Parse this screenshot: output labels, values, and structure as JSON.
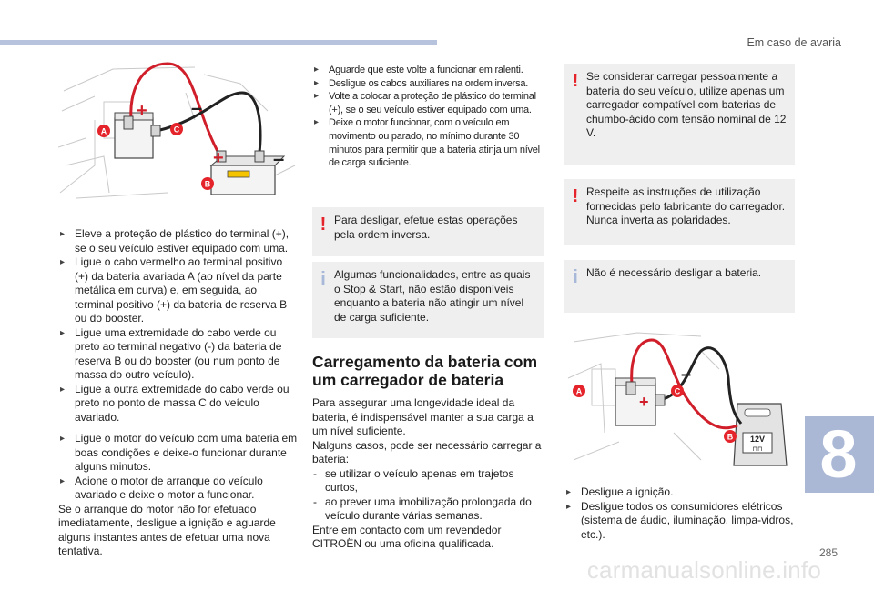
{
  "header": {
    "section_title": "Em caso de avaria"
  },
  "footer": {
    "page_number": "285",
    "chapter_number": "8",
    "watermark": "carmanualsonline.info"
  },
  "left_column": {
    "steps_a": [
      "Eleve a proteção de plástico do terminal (+), se o seu veículo estiver equipado com uma.",
      "Ligue o cabo vermelho ao terminal positivo (+) da bateria avariada A (ao nível da parte metálica em curva) e, em seguida, ao terminal positivo (+) da bateria de reserva B ou do booster.",
      "Ligue uma extremidade do cabo verde ou preto ao terminal negativo (-) da bateria de reserva B ou do booster (ou num ponto de massa do outro veículo).",
      "Ligue a outra extremidade do cabo verde ou preto no ponto de massa C do veículo avariado."
    ],
    "steps_b": [
      "Ligue o motor do veículo com uma bateria em boas condições e deixe-o funcionar durante alguns minutos.",
      "Acione o motor de arranque do veículo avariado e deixe o motor a funcionar."
    ],
    "closing_paragraph": "Se o arranque do motor não for efetuado imediatamente, desligue a ignição e aguarde alguns instantes antes de efetuar uma nova tentativa."
  },
  "middle_column": {
    "steps": [
      "Aguarde que este volte a funcionar em ralenti.",
      "Desligue os cabos auxiliares na ordem inversa.",
      "Volte a colocar a proteção de plástico do terminal (+), se o seu veículo estiver equipado com uma.",
      "Deixe o motor funcionar, com o veículo em movimento ou parado, no mínimo durante 30 minutos para permitir que a bateria atinja um nível de carga suficiente."
    ],
    "warning_note": "Para desligar, efetue estas operações pela ordem inversa.",
    "info_note": "Algumas funcionalidades, entre as quais o Stop & Start, não estão disponíveis enquanto a bateria não atingir um nível de carga suficiente.",
    "heading": "Carregamento da bateria com um carregador de bateria",
    "intro": "Para assegurar uma longevidade ideal da bateria, é indispensável manter a sua carga a um nível suficiente.",
    "intro2": "Nalguns casos, pode ser necessário carregar a bateria:",
    "dash_items": [
      "se utilizar o veículo apenas em trajetos curtos,",
      "ao prever uma imobilização prolongada do veículo durante várias semanas."
    ],
    "closing": "Entre em contacto com um revendedor CITROËN ou uma oficina qualificada."
  },
  "right_column": {
    "warning_note_1": "Se considerar carregar pessoalmente a bateria do seu veículo, utilize apenas um carregador compatível com baterias de chumbo-ácido com tensão nominal de 12 V.",
    "warning_note_2": "Respeite as instruções de utilização fornecidas pelo fabricante do carregador. Nunca inverta as polaridades.",
    "info_note": "Não é necessário desligar a bateria.",
    "steps": [
      "Desligue a ignição.",
      "Desligue todos os consumidores elétricos (sistema de áudio, iluminação, limpa-vidros, etc.)."
    ]
  },
  "illustration_1": {
    "labels": {
      "a": "A",
      "b": "B",
      "c": "C"
    }
  },
  "illustration_2": {
    "labels": {
      "a": "A",
      "b": "B",
      "c": "C"
    },
    "charger_voltage": "12V"
  },
  "colors": {
    "warning": "#e4232a",
    "info": "#a8b8d8",
    "label_circle": "#e4232a",
    "chapter_tab": "#aab8d6",
    "note_bg": "#efefef"
  }
}
